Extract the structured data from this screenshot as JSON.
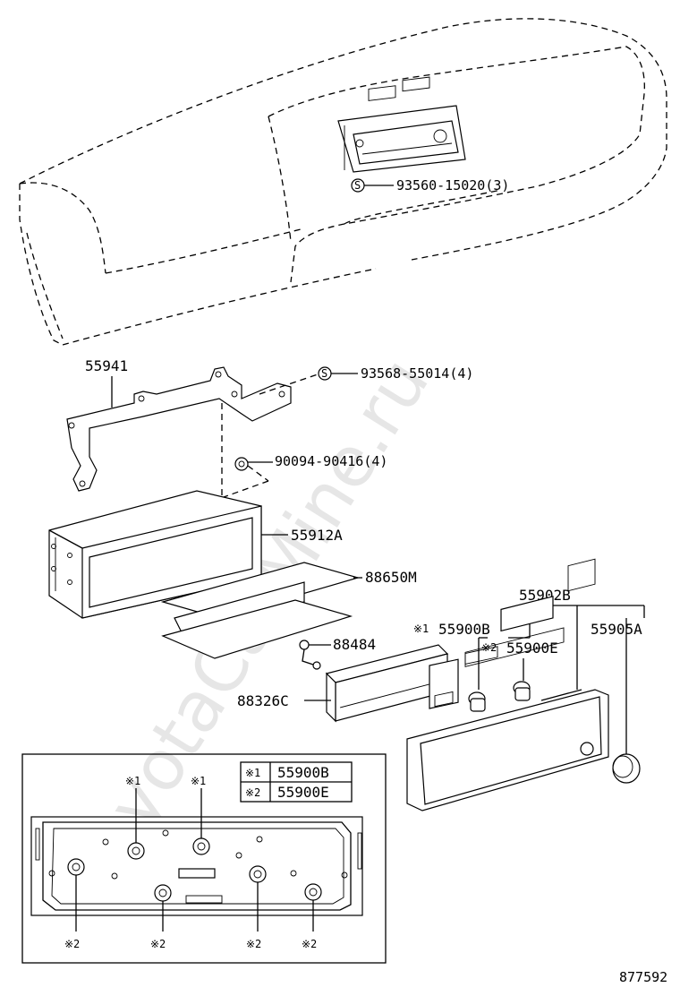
{
  "watermark": "ToyotaCarMine.ru",
  "figure_id": "877592",
  "parts": {
    "screw_dash": "93560-15020(3)",
    "screw_bracket": "93568-55014(4)",
    "bracket": "55941",
    "nut": "90094-90416(4)",
    "housing": "55912A",
    "film": "88650M",
    "bulb": "88484",
    "cover": "88326C",
    "control_assy": "55902B",
    "knob_b": "55900B",
    "knob_e": "55900E",
    "knob_a": "55905A"
  },
  "marks": {
    "m1": "※1",
    "m2": "※2"
  },
  "legend": {
    "row1_mark": "※1",
    "row1_part": "55900B",
    "row2_mark": "※2",
    "row2_part": "55900E"
  }
}
